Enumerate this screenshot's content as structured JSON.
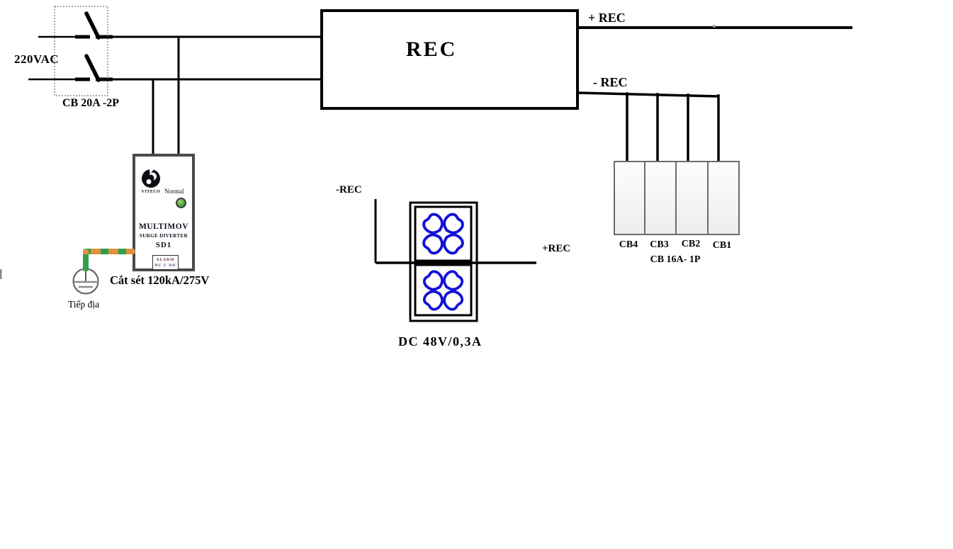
{
  "ac_input": {
    "voltage_label": "220VAC",
    "breaker_label": "CB 20A -2P"
  },
  "rectifier": {
    "label": "REC",
    "positive_output_label": "+ REC",
    "negative_output_label": "- REC"
  },
  "surge_diverter": {
    "brand": "VITECO",
    "status_label": "Normal",
    "product_name": "MULTIMOV",
    "product_type": "SURGE DIVERTER",
    "model": "SD1",
    "alarm_label": "ALARM",
    "alarm_contacts": "NC C NO",
    "rating_label": "Cắt sét 120kA/275V",
    "earth_label": "Tiếp địa"
  },
  "fan_unit": {
    "negative_label": "-REC",
    "positive_label": "+REC",
    "rating_label": "DC 48V/0,3A"
  },
  "distribution": {
    "breakers": [
      "CB4",
      "CB3",
      "CB2",
      "CB1"
    ],
    "group_label": "CB 16A- 1P"
  },
  "colors": {
    "fan_blade_blue": "#1212d6",
    "led_green": "#55a33a",
    "earth_wire_green": "#2f9e4e",
    "earth_wire_orange": "#e0913d",
    "wire_black": "#000000"
  }
}
